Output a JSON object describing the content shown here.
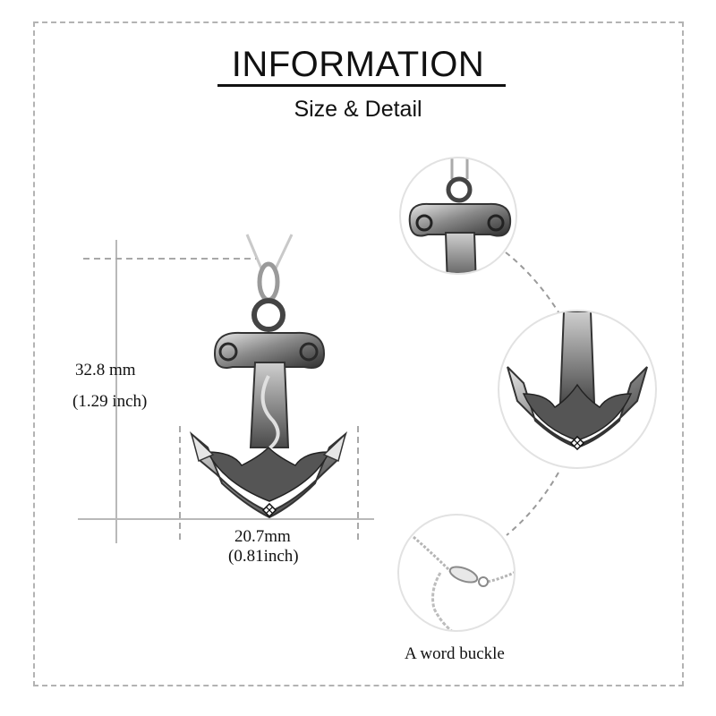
{
  "header": {
    "title": "INFORMATION",
    "subtitle": "Size & Detail"
  },
  "dimensions": {
    "height": {
      "mm": "32.8 mm",
      "inch": "(1.29 inch)"
    },
    "width": {
      "mm": "20.7mm",
      "inch": "(0.81inch)"
    }
  },
  "detail_views": [
    {
      "name": "bail-and-crossbar",
      "caption": ""
    },
    {
      "name": "anchor-arms",
      "caption": ""
    },
    {
      "name": "chain-clasp",
      "caption": "A word buckle"
    }
  ],
  "colors": {
    "guide_line": "#b3b3b3",
    "circle_border": "#e2e2e2",
    "text": "#111111",
    "metal_dark": "#3a3a3a",
    "metal_light": "#d8d8d8"
  }
}
